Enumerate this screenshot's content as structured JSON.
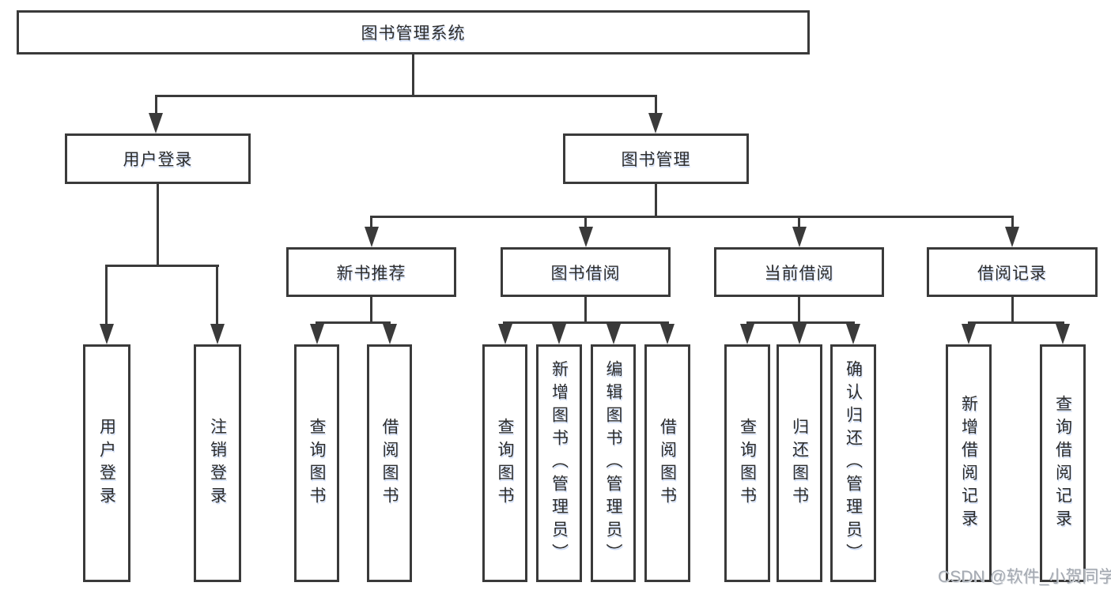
{
  "tree": {
    "root": "图书管理系统",
    "branches": [
      {
        "label": "用户登录",
        "children": [
          "用户登录",
          "注销登录"
        ]
      },
      {
        "label": "图书管理",
        "groups": [
          {
            "label": "新书推荐",
            "children": [
              "查询图书",
              "借阅图书"
            ]
          },
          {
            "label": "图书借阅",
            "children": [
              "查询图书",
              "新增图书（管理员）",
              "编辑图书（管理员）",
              "借阅图书"
            ]
          },
          {
            "label": "当前借阅",
            "children": [
              "查询图书",
              "归还图书",
              "确认归还（管理员）"
            ]
          },
          {
            "label": "借阅记录",
            "children": [
              "新增借阅记录",
              "查询借阅记录"
            ]
          }
        ]
      }
    ]
  },
  "watermark": "CSDN @软件_小贺同学",
  "colors": {
    "line": "#3a3a3a",
    "text": "#2c2c2c",
    "watermark": "#a4a9b1",
    "background": "#ffffff"
  }
}
